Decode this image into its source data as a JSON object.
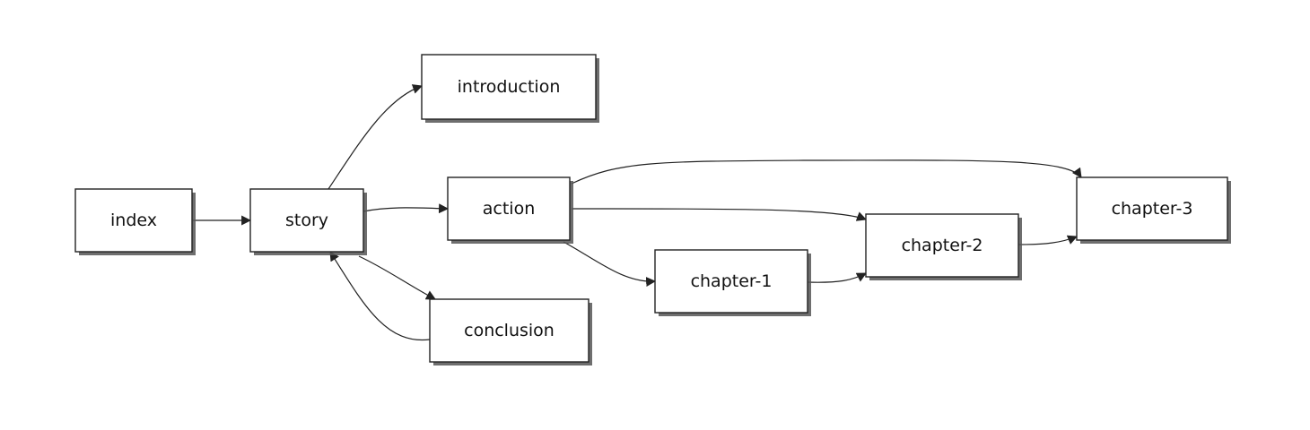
{
  "diagram": {
    "nodes": [
      {
        "id": "index",
        "label": "index"
      },
      {
        "id": "story",
        "label": "story"
      },
      {
        "id": "introduction",
        "label": "introduction"
      },
      {
        "id": "action",
        "label": "action"
      },
      {
        "id": "conclusion",
        "label": "conclusion"
      },
      {
        "id": "chapter-1",
        "label": "chapter-1"
      },
      {
        "id": "chapter-2",
        "label": "chapter-2"
      },
      {
        "id": "chapter-3",
        "label": "chapter-3"
      }
    ],
    "edges": [
      {
        "from": "index",
        "to": "story"
      },
      {
        "from": "story",
        "to": "introduction"
      },
      {
        "from": "story",
        "to": "action"
      },
      {
        "from": "story",
        "to": "conclusion"
      },
      {
        "from": "conclusion",
        "to": "story"
      },
      {
        "from": "action",
        "to": "chapter-3"
      },
      {
        "from": "action",
        "to": "chapter-2"
      },
      {
        "from": "action",
        "to": "chapter-1"
      },
      {
        "from": "chapter-1",
        "to": "chapter-2"
      },
      {
        "from": "chapter-2",
        "to": "chapter-3"
      }
    ]
  }
}
